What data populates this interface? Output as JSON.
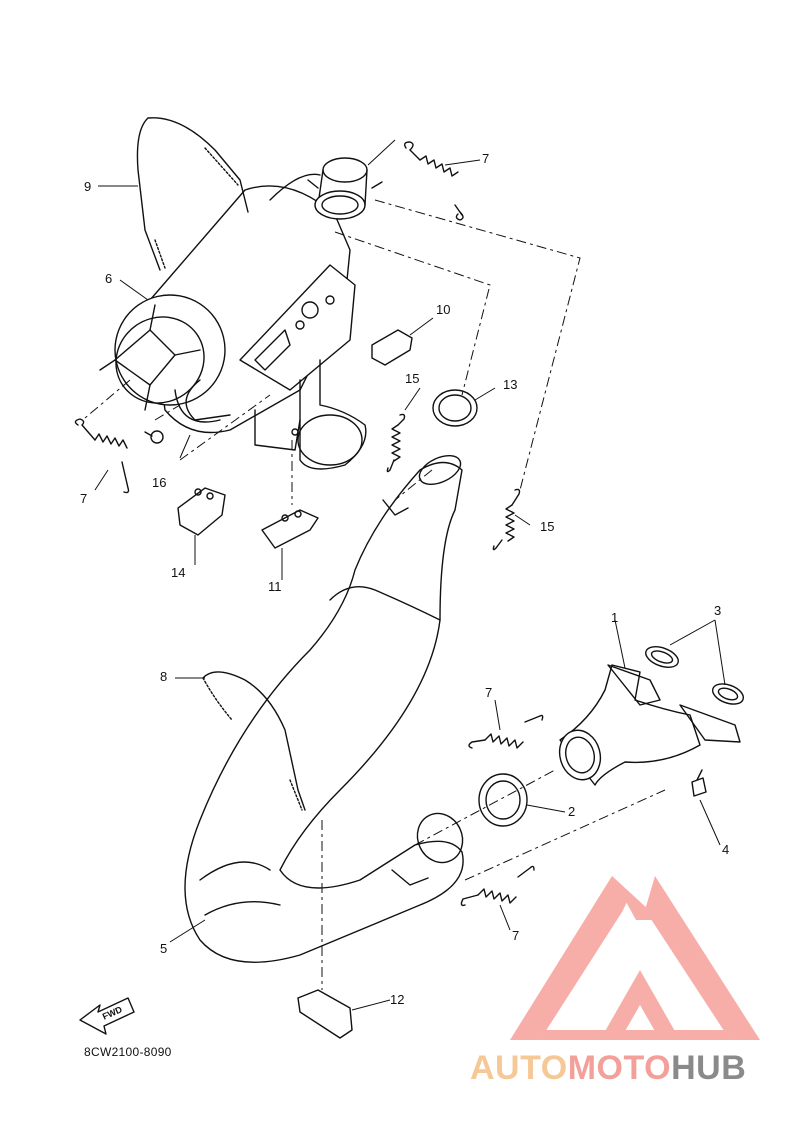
{
  "diagram": {
    "part_code": "8CW2100-8090",
    "fwd_label": "FWD",
    "callouts": [
      {
        "id": "c9",
        "text": "9"
      },
      {
        "id": "c7a",
        "text": "7"
      },
      {
        "id": "c6",
        "text": "6"
      },
      {
        "id": "c10",
        "text": "10"
      },
      {
        "id": "c15a",
        "text": "15"
      },
      {
        "id": "c13",
        "text": "13"
      },
      {
        "id": "c7b",
        "text": "7"
      },
      {
        "id": "c16",
        "text": "16"
      },
      {
        "id": "c15b",
        "text": "15"
      },
      {
        "id": "c14",
        "text": "14"
      },
      {
        "id": "c11",
        "text": "11"
      },
      {
        "id": "c1",
        "text": "1"
      },
      {
        "id": "c3",
        "text": "3"
      },
      {
        "id": "c8",
        "text": "8"
      },
      {
        "id": "c7c",
        "text": "7"
      },
      {
        "id": "c2",
        "text": "2"
      },
      {
        "id": "c4",
        "text": "4"
      },
      {
        "id": "c7d",
        "text": "7"
      },
      {
        "id": "c5",
        "text": "5"
      },
      {
        "id": "c12",
        "text": "12"
      }
    ]
  },
  "watermark": {
    "part1": "AUTO",
    "part2": "MOTO",
    "part3": "HUB",
    "color1": "#f5c896",
    "color2": "#f4a09a",
    "color3": "#8a8a8a",
    "logo_color": "#f7a6a0"
  }
}
